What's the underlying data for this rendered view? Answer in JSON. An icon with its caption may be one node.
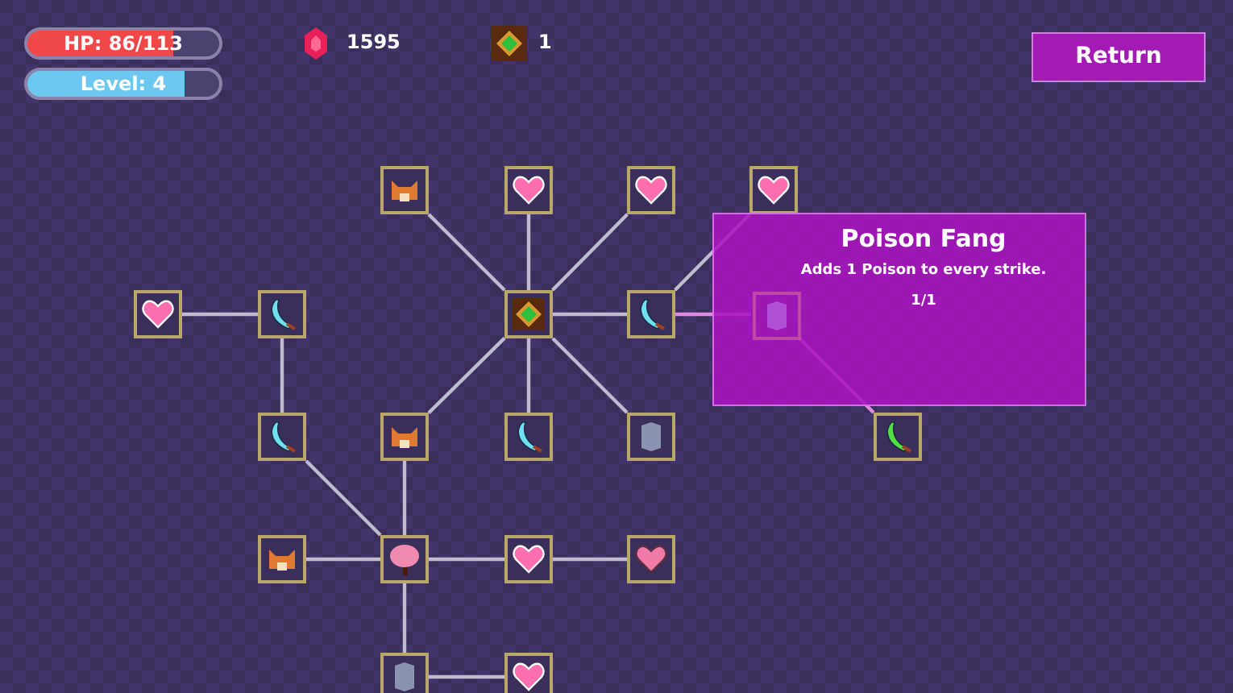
{
  "diagram": {
    "nodes": [
      {
        "text": [],
        "shape": "picture"
      },
      {
        "text": [],
        "shape": "picture"
      },
      {
        "text": [],
        "shape": "picture"
      },
      {
        "text": [],
        "shape": "picture"
      },
      {
        "text": [
          "Poison Fang",
          "Adds 1 Poison to every strike.",
          "1/1"
        ]
      },
      {
        "text": [],
        "shape": "picture"
      },
      {
        "text": [],
        "shape": "picture"
      },
      {
        "text": [],
        "shape": "picture"
      },
      {
        "text": [],
        "shape": "picture"
      },
      {
        "text": [],
        "shape": "picture",
        "in": 4
      },
      {
        "text": [],
        "shape": "picture"
      },
      {
        "text": [],
        "shape": "picture"
      },
      {
        "text": [],
        "shape": "picture"
      },
      {
        "text": [],
        "shape": "picture"
      },
      {
        "text": [],
        "shape": "picture"
      },
      {
        "text": [],
        "shape": "picture"
      },
      {
        "text": [],
        "shape": "picture"
      },
      {
        "text": [],
        "shape": "picture"
      },
      {
        "text": [],
        "shape": "picture"
      },
      {
        "text": [],
        "shape": "picture"
      },
      {
        "text": [],
        "shape": "picture"
      }
    ],
    "edges": [
      {
        "from": 7,
        "to": 0,
        "arrow": "none"
      },
      {
        "from": 7,
        "to": 1,
        "arrow": "none"
      },
      {
        "from": 7,
        "to": 2,
        "arrow": "none"
      },
      {
        "from": 7,
        "to": 8,
        "arrow": "none"
      },
      {
        "from": 7,
        "to": 11,
        "arrow": "none"
      },
      {
        "from": 7,
        "to": 12,
        "arrow": "none"
      },
      {
        "from": 7,
        "to": 13,
        "arrow": "none"
      },
      {
        "from": 8,
        "to": 3,
        "arrow": "none"
      },
      {
        "from": 8,
        "to": 9,
        "arrow": "none",
        "color": "#e08ae8"
      },
      {
        "from": 9,
        "to": 14,
        "arrow": "none",
        "color": "#e08ae8"
      },
      {
        "from": 5,
        "to": 6,
        "arrow": "none"
      },
      {
        "from": 6,
        "to": 10,
        "arrow": "none"
      },
      {
        "from": 10,
        "to": 16,
        "arrow": "none"
      },
      {
        "from": 11,
        "to": 16,
        "arrow": "none"
      },
      {
        "from": 15,
        "to": 16,
        "arrow": "none"
      },
      {
        "from": 16,
        "to": 17,
        "arrow": "none"
      },
      {
        "from": 17,
        "to": 18,
        "arrow": "none"
      },
      {
        "from": 16,
        "to": 19,
        "arrow": "none"
      },
      {
        "from": 19,
        "to": 20,
        "arrow": "none"
      }
    ],
    "labels": [
      "HP: 86/113",
      "1595",
      "1",
      "Return",
      "Level: 4"
    ]
  }
}
